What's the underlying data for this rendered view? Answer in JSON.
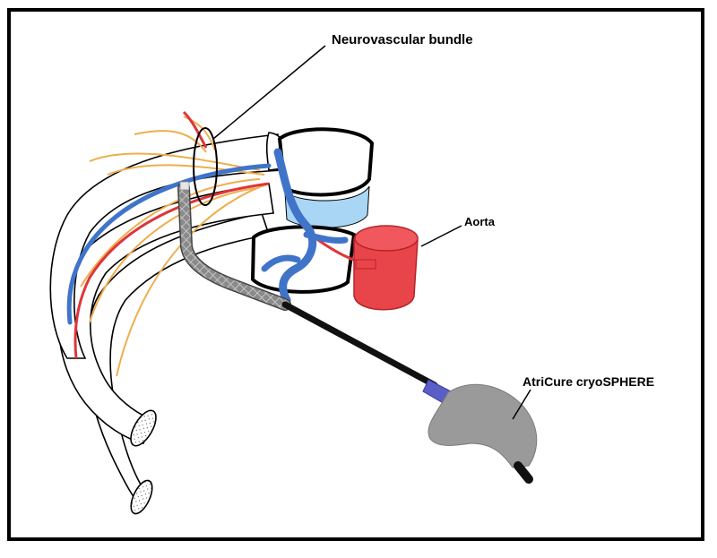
{
  "labels": {
    "neurovascular_bundle": "Neurovascular bundle",
    "aorta": "Aorta",
    "device": "AtriCure cryoSPHERE"
  },
  "colors": {
    "frame": "#000000",
    "aorta": "#e8454a",
    "artery": "#e0343a",
    "vein": "#3f74c9",
    "nerve": "#eeae4e",
    "disc": "#a9d6f5",
    "probe_shaft": "#111111",
    "probe_mesh": "#8a8a8a",
    "probe_collar": "#5a5fc8",
    "handle": "#9a9a9a"
  }
}
